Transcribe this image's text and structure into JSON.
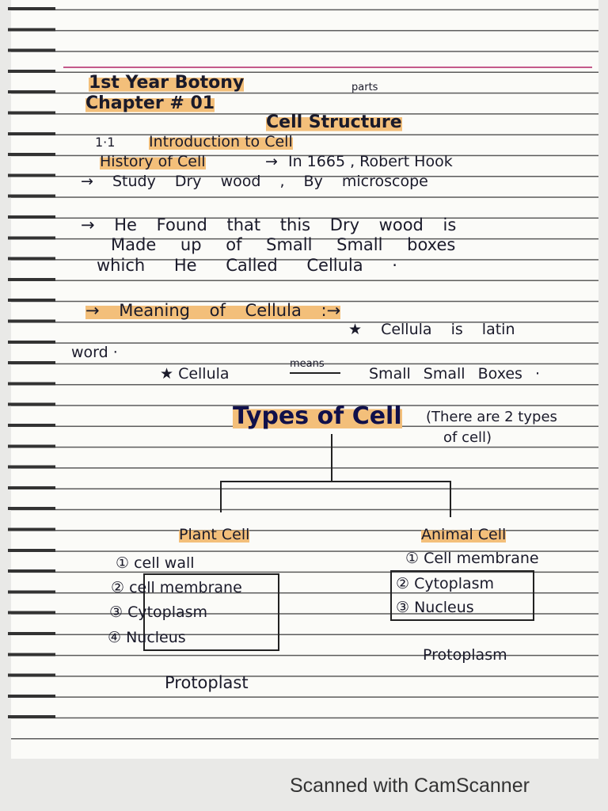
{
  "header": {
    "line1": "1st Year Botony",
    "line2": "Chapter # 01",
    "annotation": "parts",
    "title": "Cell Structure"
  },
  "intro": {
    "section": "1·1",
    "heading": "Introduction to Cell"
  },
  "history": {
    "label": "History of Cell",
    "arrow": "→",
    "text": "In 1665 , Robert Hook",
    "line2": "→ Study Dry wood , By microscope"
  },
  "found": {
    "line1": "→ He Found that this Dry wood is",
    "line2": "Made up of Small Small boxes",
    "line3": "which He Called Cellula ·"
  },
  "meaning": {
    "label": "→ Meaning of Cellula :→",
    "line1": "★ Cellula is latin",
    "line2": "word ·",
    "line3_a": "★ Cellula",
    "line3_means": "means",
    "line3_b": "Small Small Boxes ·"
  },
  "types": {
    "title": "Types of Cell",
    "note1": "(There are 2 types",
    "note2": "of cell)"
  },
  "plant": {
    "title": "Plant Cell",
    "items": [
      "① cell wall",
      "② cell membrane",
      "③ Cytoplasm",
      "④ Nucleus"
    ],
    "result": "Protoplast"
  },
  "animal": {
    "title": "Animal Cell",
    "items": [
      "① Cell membrane",
      "② Cytoplasm",
      "③ Nucleus"
    ],
    "result": "Protoplasm"
  },
  "footer": "Scanned with CamScanner"
}
